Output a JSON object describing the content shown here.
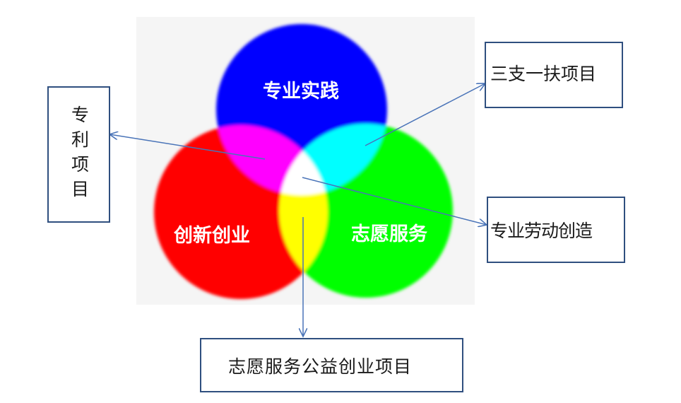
{
  "diagram": {
    "circles": [
      {
        "id": "top",
        "label": "专业实践",
        "color": "#0000ff"
      },
      {
        "id": "left",
        "label": "创新创业",
        "color": "#ff0000"
      },
      {
        "id": "right",
        "label": "志愿服务",
        "color": "#00ff00"
      }
    ],
    "boxes": {
      "patent": "专利项目",
      "three_support": "三支一扶项目",
      "labor_creation": "专业劳动创造",
      "volunteer_venture": "志愿服务公益创业项目"
    },
    "colors": {
      "background_panel": "#f5f5f5",
      "box_border": "#2f4f7f",
      "arrow": "#4a74b8",
      "overlap_top_left": "#ff00ff",
      "overlap_top_right": "#00ffff",
      "overlap_left_right": "#ffff00",
      "overlap_center": "#ffffff"
    }
  }
}
